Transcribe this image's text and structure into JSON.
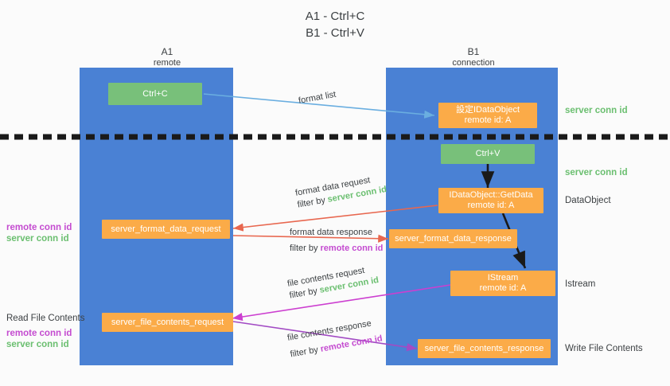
{
  "title": "A1 - Ctrl+C\nB1 - Ctrl+V",
  "columns": [
    {
      "name": "A1",
      "sub": "remote"
    },
    {
      "name": "B1",
      "sub": "connection"
    }
  ],
  "colors": {
    "lane": "#4a81d4",
    "green_node": "#78c07a",
    "orange_node": "#fbab48",
    "server_conn_id": "#6bbf70",
    "remote_conn_id": "#c44bd0",
    "arrow_blue": "#6aaee0",
    "arrow_red": "#e8674f",
    "arrow_magenta": "#cc3fd0",
    "arrow_purple": "#a24bc4",
    "arrow_black": "#1a1a1a",
    "divider": "#1a1a1a"
  },
  "nodes": {
    "ctrl_c": {
      "line1": "Ctrl+C"
    },
    "ctrl_v": {
      "line1": "Ctrl+V"
    },
    "idataobject": {
      "line1": "設定IDataObject",
      "line2": "remote id: A"
    },
    "getdata": {
      "line1": "IDataObject::GetData",
      "line2": "remote id: A"
    },
    "istream": {
      "line1": "IStream",
      "line2": "remote id: A"
    },
    "format_data_request": {
      "line1": "server_format_data_request"
    },
    "format_data_response": {
      "line1": "server_format_data_response"
    },
    "file_contents_request": {
      "line1": "server_file_contents_request"
    },
    "file_contents_response": {
      "line1": "server_file_contents_response"
    }
  },
  "edges": {
    "format_list": {
      "label": "format list"
    },
    "format_data_request": {
      "label": "format data request",
      "filter_prefix": "filter by ",
      "filter_key": "server conn id"
    },
    "format_data_response": {
      "label": "format data response",
      "filter_prefix": "filter by ",
      "filter_key": "remote conn id"
    },
    "file_contents_request": {
      "label": "file contents request",
      "filter_prefix": "filter by ",
      "filter_key": "server conn id"
    },
    "file_contents_response": {
      "label": "file contents response",
      "filter_prefix": "filter by ",
      "filter_key": "remote conn id"
    }
  },
  "right_labels": {
    "server_conn_id_top": "server conn id",
    "server_conn_id_mid": "server conn id",
    "dataobject": "DataObject",
    "istream": "Istream",
    "write_file_contents": "Write File Contents"
  },
  "left_labels": {
    "remote_conn_id_1": "remote conn id",
    "server_conn_id_1": "server conn id",
    "read_file_contents": "Read File Contents",
    "remote_conn_id_2": "remote conn id",
    "server_conn_id_2": "server conn id"
  }
}
